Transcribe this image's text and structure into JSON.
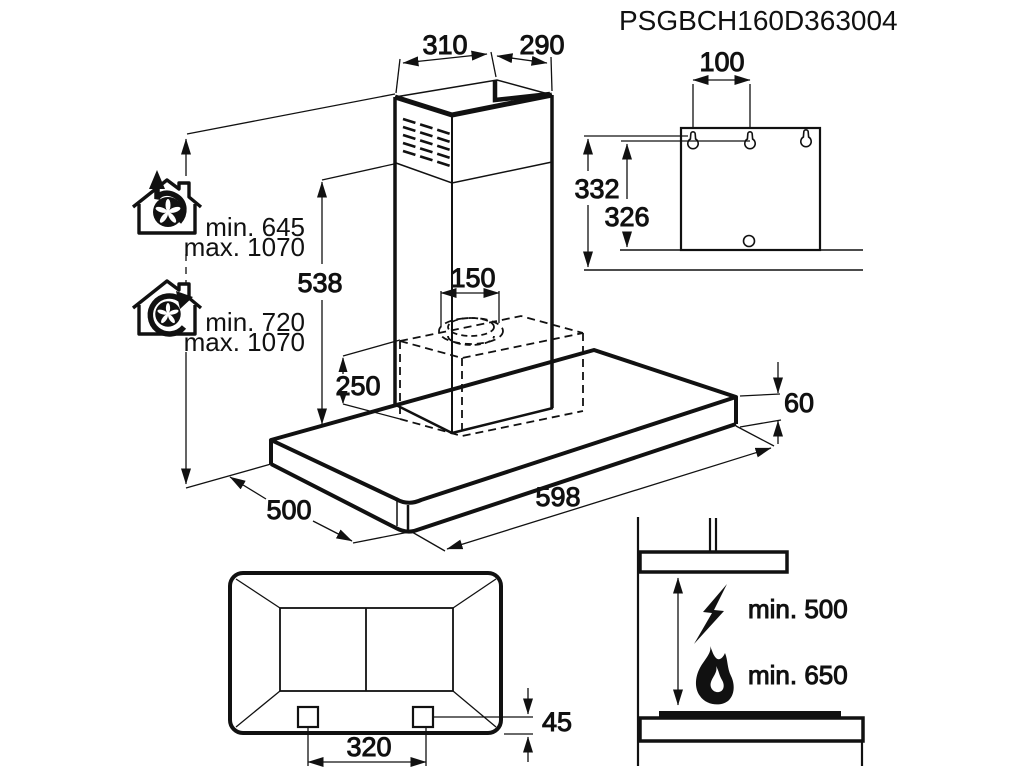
{
  "title": "PSGBCH160D363004",
  "colors": {
    "ink": "#111111",
    "background": "#ffffff"
  },
  "main_view": {
    "dims": {
      "chimney_top_depth": "310",
      "chimney_top_width": "290",
      "chimney_height": "538",
      "duct_diameter": "150",
      "motor_box_height": "250",
      "hood_depth": "500",
      "hood_width": "598",
      "hood_body_height": "60"
    },
    "extraction_mode": {
      "min": "min. 645",
      "max": "max. 1070"
    },
    "recirculation_mode": {
      "min": "min. 720",
      "max": "max. 1070"
    }
  },
  "bracket_view": {
    "dims": {
      "hole_spacing": "100",
      "mount_height_outer": "332",
      "mount_height_inner": "326"
    }
  },
  "bottom_view": {
    "dims": {
      "bracket_spacing": "320",
      "bracket_offset": "45"
    }
  },
  "clearance_view": {
    "electric_hob_min": "min. 500",
    "gas_hob_min": "min. 650"
  }
}
